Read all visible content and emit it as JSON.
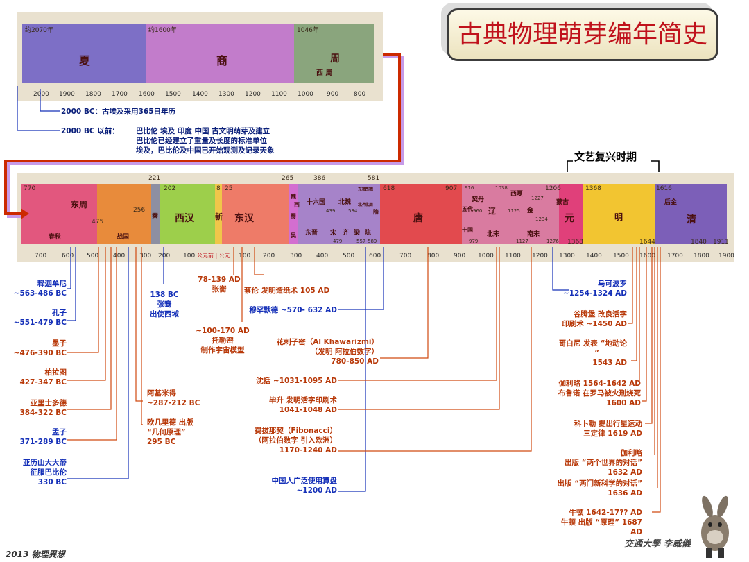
{
  "title": "古典物理萌芽编年简史",
  "top_band": {
    "dates": [
      "约2070年",
      "约1600年",
      "1046年"
    ],
    "names": [
      "夏",
      "商",
      "周",
      "西 周"
    ],
    "ticks": [
      "2000",
      "1900",
      "1800",
      "1700",
      "1600",
      "1500",
      "1400",
      "1300",
      "1200",
      "1100",
      "1000",
      "900",
      "800"
    ]
  },
  "top_notes": {
    "note1": "2000 BC：古埃及采用365日年历",
    "note2_label": "2000 BC 以前：",
    "note2_lines": [
      "巴比伦 埃及 印度 中国 古文明萌芽及建立",
      "巴比伦已经建立了重量及长度的标准单位",
      "埃及，巴比伦及中国已开始观测及记录天象"
    ]
  },
  "renaissance": "文艺复兴时期",
  "bottom_band": {
    "years": [
      "770",
      "221",
      "202",
      "8",
      "25",
      "265",
      "386",
      "581",
      "618",
      "907",
      "916",
      "1038",
      "1206",
      "1368",
      "1616",
      "475",
      "256",
      "439",
      "534",
      "1125",
      "1227",
      "1234",
      "1127",
      "1276",
      "1368",
      "1644",
      "1840",
      "1911",
      "960",
      "979",
      "589",
      "557",
      "479"
    ],
    "names": {
      "dongzhou": "东周",
      "chunqiu": "春秋",
      "zhanguo": "战国",
      "qin": "秦",
      "xihan": "西汉",
      "xin": "新",
      "donghan": "东汉",
      "wei": "魏",
      "shu": "蜀",
      "wu": "吴",
      "xi": "西",
      "shiliuguo": "十六国",
      "dongjin": "东晋",
      "beiwei": "北魏",
      "song_s": "宋",
      "qi_s": "齐",
      "liang": "梁",
      "chen": "陈",
      "tang": "唐",
      "wudai": "五代",
      "shiguo": "十国",
      "qidan": "契丹",
      "liao": "辽",
      "beisong": "北宋",
      "xixia": "西夏",
      "jin": "金",
      "nansong": "南宋",
      "menggu": "蒙古",
      "yuan": "元",
      "ming": "明",
      "houjin": "后金",
      "qing": "清",
      "dongwei": "东魏",
      "xiwei": "西魏",
      "beiqi": "北齐",
      "beizhou": "北周",
      "sui": "隋"
    },
    "ticks": [
      "700",
      "600",
      "500",
      "400",
      "300",
      "200",
      "100",
      "公元前 | 公元",
      "100",
      "200",
      "300",
      "400",
      "500",
      "600",
      "700",
      "800",
      "900",
      "1000",
      "1100",
      "1200",
      "1300",
      "1400",
      "1500",
      "1600",
      "1700",
      "1800",
      "1900"
    ]
  },
  "left_notes": [
    {
      "l1": "释迦牟尼",
      "l2": "~563-486 BC"
    },
    {
      "l1": "孔子",
      "l2": "~551-479 BC"
    },
    {
      "l1": "墨子",
      "l2": "~476-390 BC"
    },
    {
      "l1": "柏拉图",
      "l2": "427-347 BC"
    },
    {
      "l1": "亚里士多德",
      "l2": "384-322 BC"
    },
    {
      "l1": "孟子",
      "l2": "371-289 BC"
    },
    {
      "l1": "亚历山大大帝",
      "l2": "征服巴比伦",
      "l3": "330 BC"
    }
  ],
  "mid_notes": {
    "zhangqian": [
      "138 BC",
      "张骞",
      "出使西域"
    ],
    "zhangheng": [
      "78-139 AD",
      "张衡"
    ],
    "tolemy": [
      "~100-170 AD",
      "托勒密",
      "制作宇宙模型"
    ],
    "archimedes": [
      "阿基米得",
      "~287-212 BC"
    ],
    "euclid": [
      "欧几里德 出版",
      "“几何原理”",
      "295 BC"
    ],
    "cailun": "蔡伦 发明造纸术 105 AD",
    "muhammad": "穆罕默德 ~570- 632 AD",
    "khawarizmi": [
      "花剌子密（Al Khawarizmi）",
      "（发明 阿拉伯数字）",
      "780-850 AD"
    ],
    "shenkuo": "沈括 ~1031-1095 AD",
    "bisheng": [
      "毕升 发明活字印刷术",
      "1041-1048 AD"
    ],
    "fibonacci": [
      "费拔那契（Fibonacci）",
      "（阿拉伯数字 引入欧洲）",
      "1170-1240 AD"
    ],
    "abacus": [
      "中国人广泛使用算盘",
      "~1200 AD"
    ]
  },
  "right_notes": {
    "marco": [
      "马可波罗",
      "~1254-1324 AD"
    ],
    "gutenberg": [
      "谷腾堡 改良活字",
      "印刷术 ~1450 AD"
    ],
    "copernicus": [
      "哥白尼 发表 “地动论",
      "”",
      "1543 AD"
    ],
    "galileo": [
      "伽利略 1564-1642 AD",
      "布鲁诺 在罗马被火刑烧死",
      "1600 AD"
    ],
    "kepler": [
      "科卜勒 提出行星运动",
      "三定律 1619 AD"
    ],
    "galileo2": [
      "伽利略",
      "出版 “两个世界的对话”",
      "1632 AD"
    ],
    "galileo3": [
      "出版 “两门新科学的对话”",
      "1636 AD"
    ],
    "newton": [
      "牛顿 1642-17?? AD",
      "牛顿 出版 “原理” 1687",
      "AD"
    ]
  },
  "footer": {
    "left": "2013 物理異想",
    "right": "交通大學 李威儀"
  },
  "colors": {
    "title_red": "#c0121c",
    "blue": "#1530b8",
    "red": "#b83808",
    "connector_red": "#cc2a00",
    "connector_purple": "#c79be8"
  }
}
